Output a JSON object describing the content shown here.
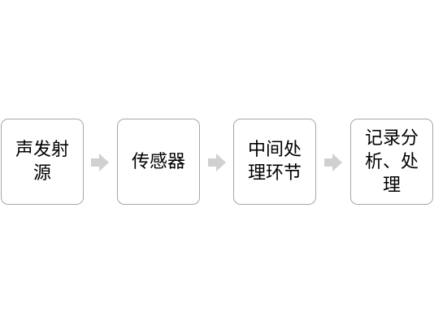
{
  "diagram": {
    "steps": [
      {
        "label": "声发射源"
      },
      {
        "label": "传感器"
      },
      {
        "label": "中间处理环节"
      },
      {
        "label": "记录分析、处理"
      }
    ],
    "arrow_color": "#d0d0d0",
    "box_border_color": "#a6a6a6"
  }
}
